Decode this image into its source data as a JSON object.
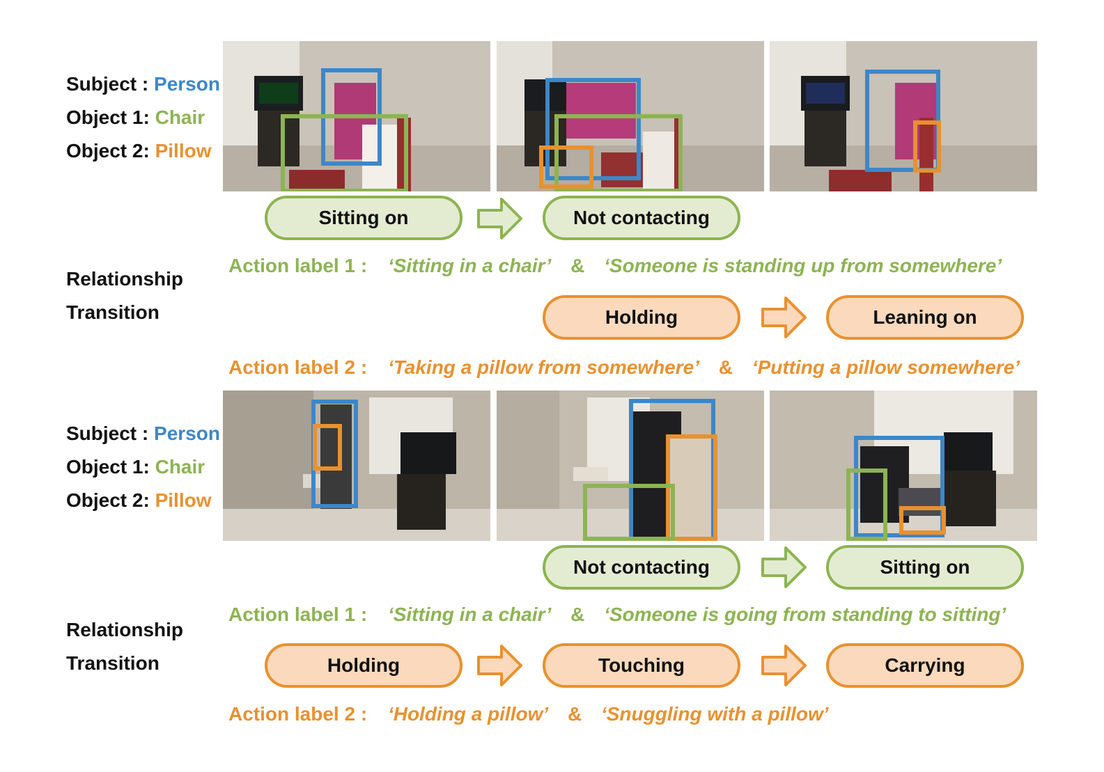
{
  "block1": {
    "labels": {
      "subject_key": "Subject :",
      "subject_val": "Person",
      "object1_key": "Object 1:",
      "object1_val": "Chair",
      "object2_key": "Object 2:",
      "object2_val": "Pillow"
    },
    "transition_title": [
      "Relationship",
      "Transition"
    ],
    "green_states": [
      "Sitting on",
      "Not contacting"
    ],
    "orange_states": [
      "Holding",
      "Leaning on"
    ],
    "action1": {
      "prefix": "Action label 1 :",
      "q1": "‘Sitting in a chair’",
      "amp": "&",
      "q2": "‘Someone is standing up from somewhere’"
    },
    "action2": {
      "prefix": "Action label 2 :",
      "q1": "‘Taking a pillow from somewhere’",
      "amp": "&",
      "q2": "‘Putting a pillow somewhere’"
    }
  },
  "block2": {
    "labels": {
      "subject_key": "Subject :",
      "subject_val": "Person",
      "object1_key": "Object 1:",
      "object1_val": "Chair",
      "object2_key": "Object 2:",
      "object2_val": "Pillow"
    },
    "transition_title": [
      "Relationship",
      "Transition"
    ],
    "green_states": [
      "Not contacting",
      "Sitting on"
    ],
    "orange_states": [
      "Holding",
      "Touching",
      "Carrying"
    ],
    "action1": {
      "prefix": "Action label 1 :",
      "q1": "‘Sitting in a chair’",
      "amp": "&",
      "q2": "‘Someone is going from standing to sitting’"
    },
    "action2": {
      "prefix": "Action label 2 :",
      "q1": "‘Holding a pillow’",
      "amp": "&",
      "q2": "‘Snuggling with a pillow’"
    }
  },
  "colors": {
    "subject": "#3c87c9",
    "object1": "#8cb452",
    "object2": "#e8912f"
  }
}
